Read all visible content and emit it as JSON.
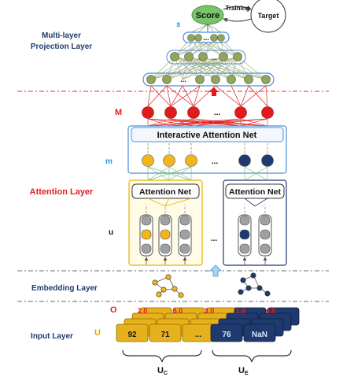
{
  "top": {
    "score": "Score",
    "training": "Training",
    "target": "Target",
    "s_label": "s"
  },
  "layers": {
    "projection_line1": "Multi-layer",
    "projection_line2": "Projection Layer",
    "attention": "Attention Layer",
    "embedding": "Embedding Layer",
    "input": "Input Layer"
  },
  "symbols": {
    "M": "M",
    "m": "m",
    "u": "u",
    "O": "O",
    "U": "U"
  },
  "modules": {
    "interactive": "Interactive Attention Net",
    "attention_left": "Attention Net",
    "attention_right": "Attention Net"
  },
  "ellipsis": "...",
  "input_values": [
    "92",
    "71",
    "...",
    "76",
    "NaN"
  ],
  "o_values": [
    "2.0",
    "5.0",
    "3.0",
    "1.0",
    "4.0"
  ],
  "braces": {
    "left_main": "U",
    "left_sub": "C",
    "right_main": "U",
    "right_sub": "E"
  },
  "colors": {
    "navy": "#1f3a6e",
    "red_node": "#e01b1b",
    "olive_node": "#8fa75a",
    "yellow_node": "#f2b61c",
    "blue_line": "#4a90d9",
    "gold_box": "#d9a400",
    "green_score": "#77c46b",
    "gray_node": "#a0a0a0"
  }
}
